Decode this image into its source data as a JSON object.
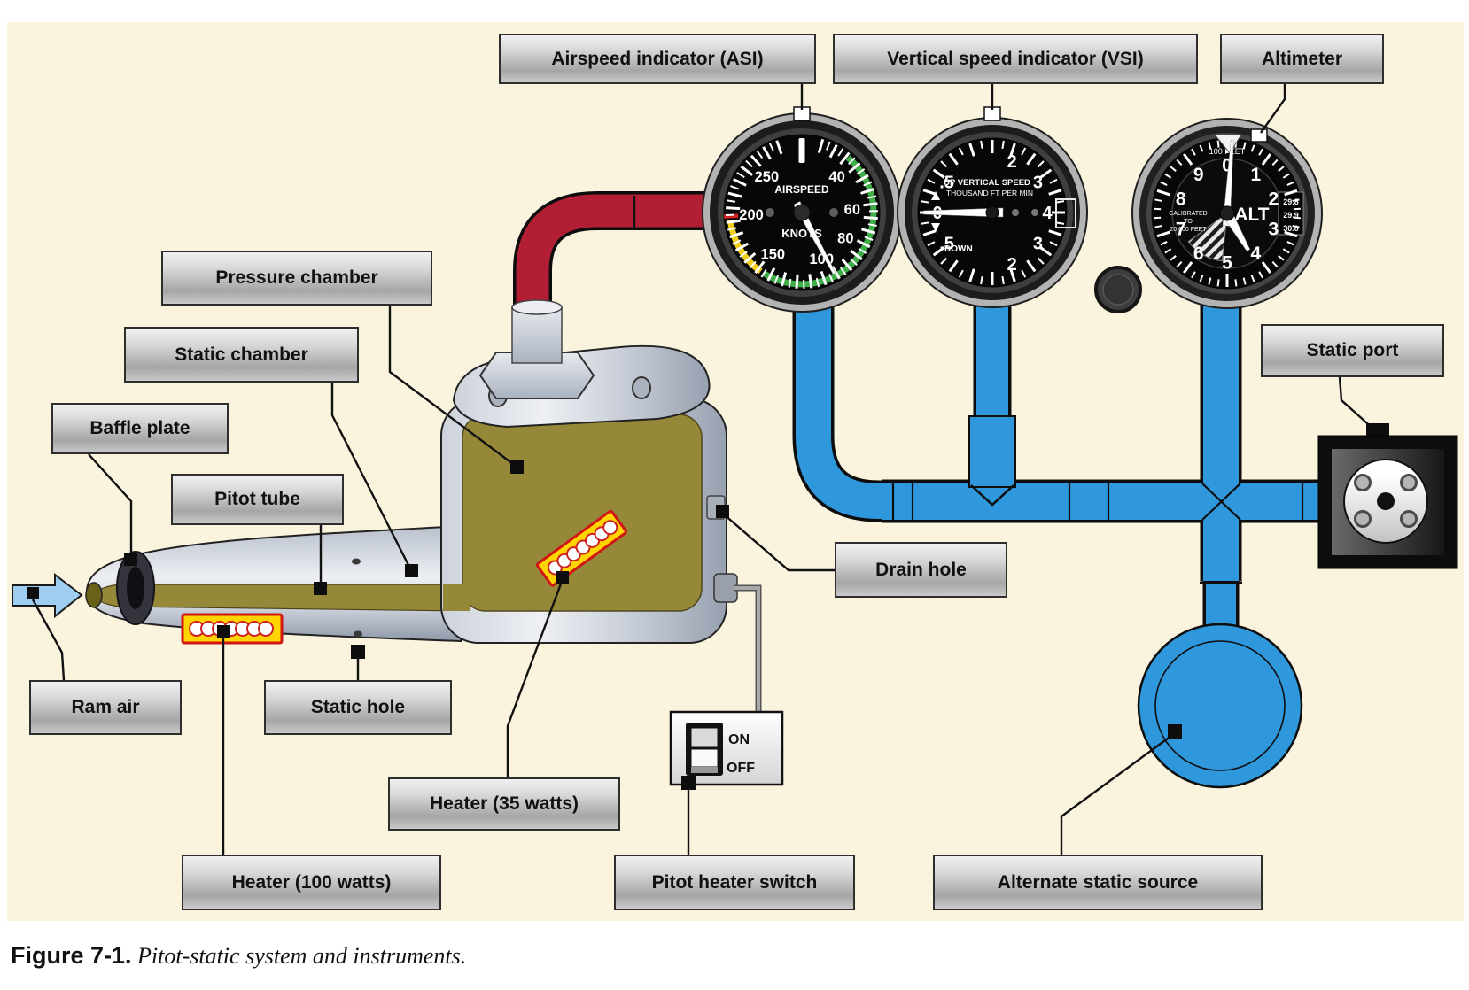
{
  "figure": {
    "caption_bold": "Figure 7-1.",
    "caption_italic": " Pitot-static system and instruments."
  },
  "labels": {
    "asi": "Airspeed indicator (ASI)",
    "vsi": "Vertical speed indicator (VSI)",
    "altimeter": "Altimeter",
    "pressure_chamber": "Pressure chamber",
    "static_chamber": "Static chamber",
    "baffle_plate": "Baffle plate",
    "pitot_tube": "Pitot tube",
    "ram_air": "Ram air",
    "static_hole": "Static hole",
    "heater_100": "Heater (100 watts)",
    "heater_35": "Heater (35 watts)",
    "pitot_heater_switch": "Pitot heater switch",
    "drain_hole": "Drain hole",
    "static_port": "Static port",
    "alternate_static_source": "Alternate static source"
  },
  "switch": {
    "on": "ON",
    "off": "OFF"
  },
  "gauges": {
    "asi": {
      "title": "AIRSPEED",
      "units": "KNOTS",
      "numbers": [
        {
          "t": "40",
          "a": 44
        },
        {
          "t": "60",
          "a": 86
        },
        {
          "t": "80",
          "a": 120
        },
        {
          "t": "100",
          "a": 157
        },
        {
          "t": "150",
          "a": 215
        },
        {
          "t": "200",
          "a": 268
        },
        {
          "t": "250",
          "a": 316
        }
      ],
      "arc_green": [
        40,
        212
      ],
      "arc_yellow": [
        215,
        264
      ],
      "redline": 267,
      "needle_angle": 152
    },
    "vsi": {
      "up_line1": "UP VERTICAL SPEED",
      "up_line2": "THOUSAND FT PER MIN",
      "down": "DOWN",
      "numbers": [
        {
          "t": "2",
          "a": 21
        },
        {
          "t": "3",
          "a": 56
        },
        {
          "t": "4",
          "a": 90
        },
        {
          "t": "3",
          "a": 124
        },
        {
          "t": "2",
          "a": 159
        },
        {
          "t": ".5",
          "a": 236
        },
        {
          "t": "0",
          "a": 270
        },
        {
          "t": ".5",
          "a": 304
        }
      ],
      "needle_angle": 270
    },
    "alt": {
      "alt_label": "ALT",
      "feet_label": "100 FEET",
      "cal1": "CALIBRATED",
      "cal2": "TO",
      "cal3": "20,000 FEET",
      "kollsman": [
        "29.8",
        "29.9",
        "30.0"
      ],
      "numbers": [
        {
          "t": "0",
          "a": 0
        },
        {
          "t": "1",
          "a": 36
        },
        {
          "t": "2",
          "a": 72
        },
        {
          "t": "3",
          "a": 108
        },
        {
          "t": "4",
          "a": 144
        },
        {
          "t": "5",
          "a": 180
        },
        {
          "t": "6",
          "a": 216
        },
        {
          "t": "7",
          "a": 252
        },
        {
          "t": "8",
          "a": 288
        },
        {
          "t": "9",
          "a": 324
        }
      ],
      "needle_long_angle": 4,
      "needle_short_angle": 150
    }
  },
  "colors": {
    "background_cream": "#FAF3DD",
    "pipe_blue": "#2F97DC",
    "pitot_red_tube": "#B21F35",
    "pressure_olive": "#958838",
    "arc_green": "#3FAE49",
    "arc_yellow": "#F2CF1C",
    "arc_red": "#D42020",
    "heater_yellow": "#FFD400",
    "heater_red": "#CF1515",
    "ram_air_blue": "#9ECDF0"
  }
}
